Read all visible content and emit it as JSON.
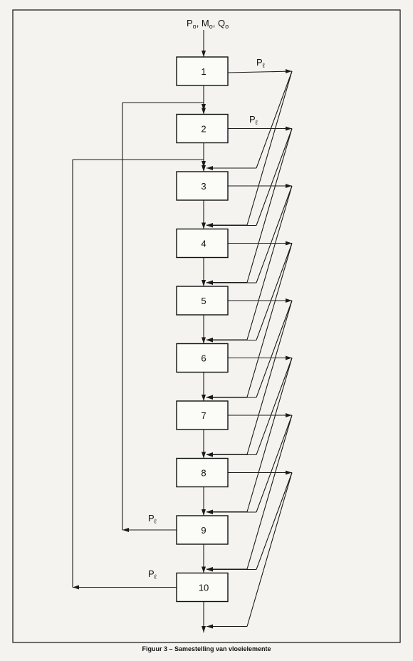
{
  "diagram": {
    "input_label": {
      "p": "P",
      "p_sub": "o",
      "m": "M",
      "m_sub": "o",
      "q": "Q",
      "q_sub": "o"
    },
    "leak_label": {
      "main": "P",
      "sub": "ℓ"
    },
    "elements": [
      {
        "label": "1"
      },
      {
        "label": "2"
      },
      {
        "label": "3"
      },
      {
        "label": "4"
      },
      {
        "label": "5"
      },
      {
        "label": "6"
      },
      {
        "label": "7"
      },
      {
        "label": "8"
      },
      {
        "label": "9"
      },
      {
        "label": "10"
      }
    ]
  },
  "caption": "Figuur 3 – Samestelling van vloeielemente"
}
